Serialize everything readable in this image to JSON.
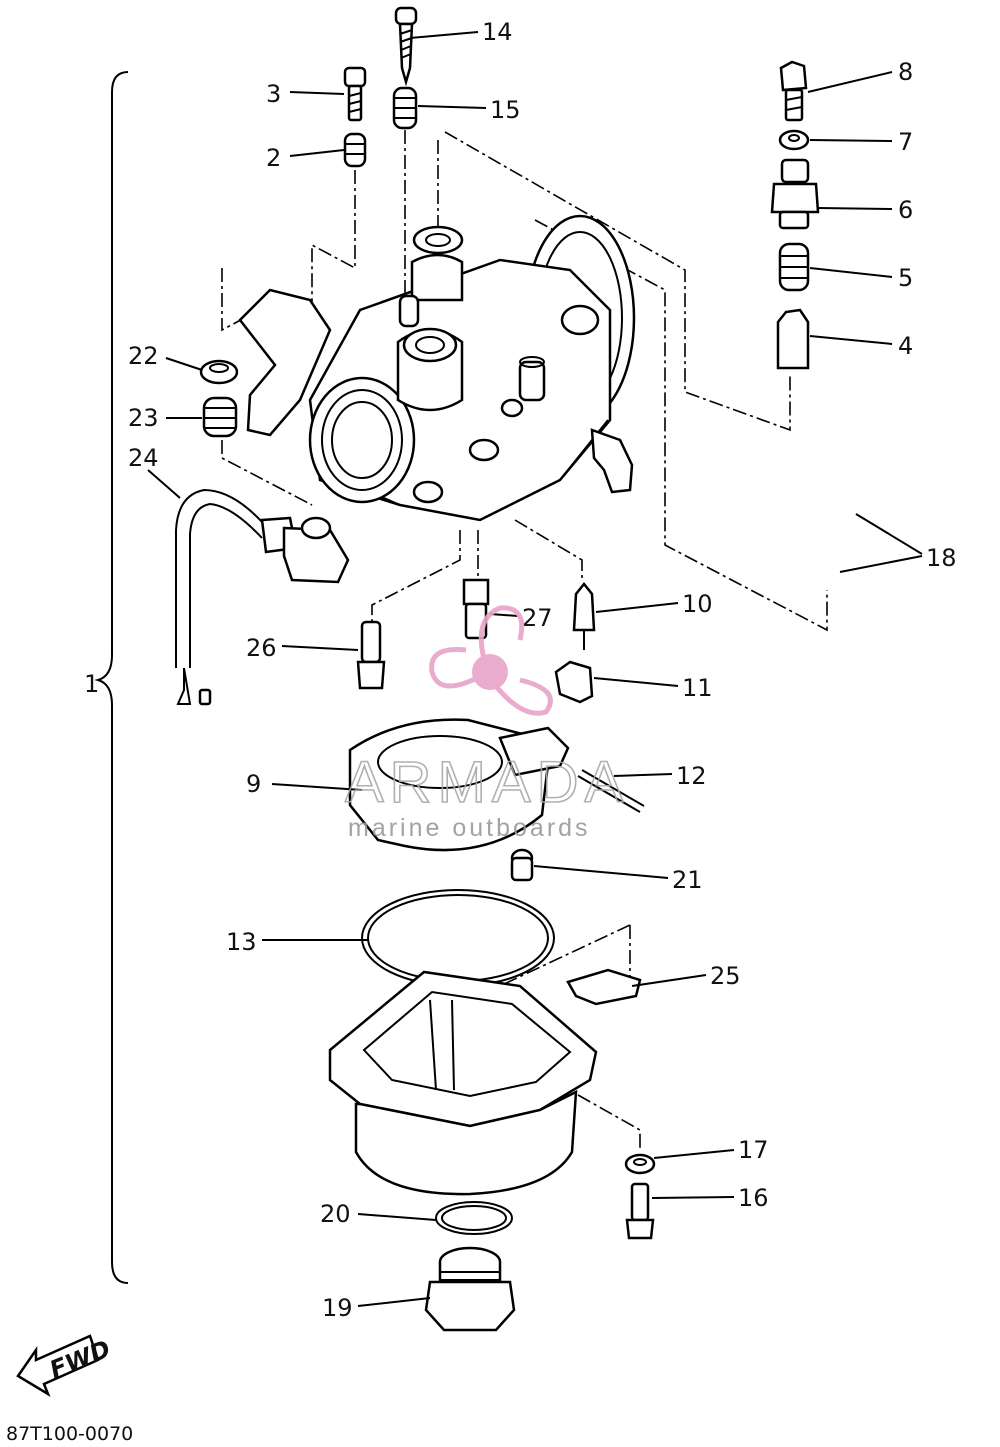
{
  "diagram_code": "87T100-0070",
  "fwd_label": "FWD",
  "watermark": {
    "brand": "ARMADA",
    "tagline": "marine outboards",
    "color": "#e7a3c9"
  },
  "callouts": [
    "1",
    "2",
    "3",
    "4",
    "5",
    "6",
    "7",
    "8",
    "9",
    "10",
    "11",
    "12",
    "13",
    "14",
    "15",
    "16",
    "17",
    "18",
    "19",
    "20",
    "21",
    "22",
    "23",
    "24",
    "25",
    "26",
    "27"
  ]
}
